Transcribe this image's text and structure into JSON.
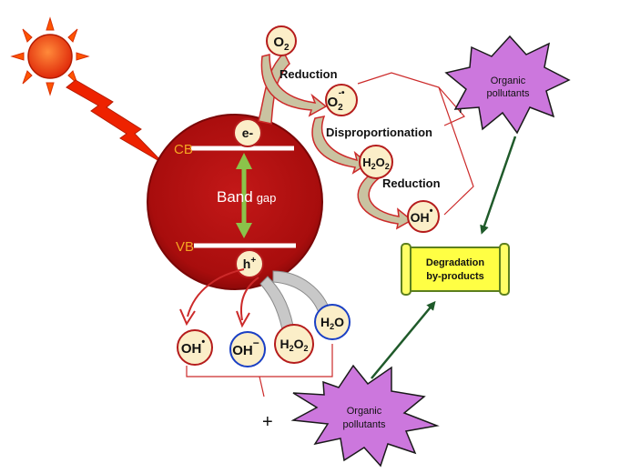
{
  "colors": {
    "sphere": "#b01010",
    "sphere_edge": "#7a0606",
    "sun": "#ee3311",
    "sun_ray": "#ff5500",
    "bolt": "#ee2200",
    "species_fill": "#fbeec8",
    "species_ring_red": "#b51c1c",
    "species_ring_blue": "#1a3fc4",
    "arrow_red": "#cc2a2a",
    "arrow_fill": "#c9c3a1",
    "band_arrow": "#8bc34a",
    "band_text_orange": "#f5a623",
    "pollutant_fill": "#cc77dd",
    "scroll_fill": "#ffff44",
    "scroll_edge": "#5c7f1f",
    "green_arrow": "#1f5a2a"
  },
  "icons": {
    "sun": "sun-icon",
    "lightning": "lightning-bolt-icon"
  },
  "sphere": {
    "cb_label": "CB",
    "vb_label": "VB",
    "electron": "e-",
    "hole": "h",
    "hole_sup": "+",
    "band_word": "Band",
    "gap_word": "gap"
  },
  "steps": {
    "reduction_1": "Reduction",
    "disproportionation": "Disproportionation",
    "reduction_2": "Reduction"
  },
  "species": {
    "o2": {
      "main": "O",
      "sub": "2"
    },
    "superoxide": {
      "main": "O",
      "sub": "2",
      "sup": "-•"
    },
    "h2o2_top": {
      "h": "H",
      "sub1": "2",
      "o": "O",
      "sub2": "2"
    },
    "oh_radical_top": {
      "main": "OH",
      "sup": "•"
    },
    "oh_radical_bottom": {
      "main": "OH",
      "sup": "•"
    },
    "hydroxide": {
      "main": "OH",
      "sup": "−"
    },
    "h2o2_bottom": {
      "h": "H",
      "sub1": "2",
      "o": "O",
      "sub2": "2"
    },
    "h2o": {
      "h": "H",
      "sub": "2",
      "o": "O"
    }
  },
  "pollutants": {
    "top": {
      "line1": "Organic",
      "line2": "pollutants"
    },
    "bottom": {
      "line1": "Organic",
      "line2": "pollutants"
    }
  },
  "plus_top": "+",
  "plus_bottom": "+",
  "product": {
    "line1": "Degradation",
    "line2": "by-products"
  }
}
